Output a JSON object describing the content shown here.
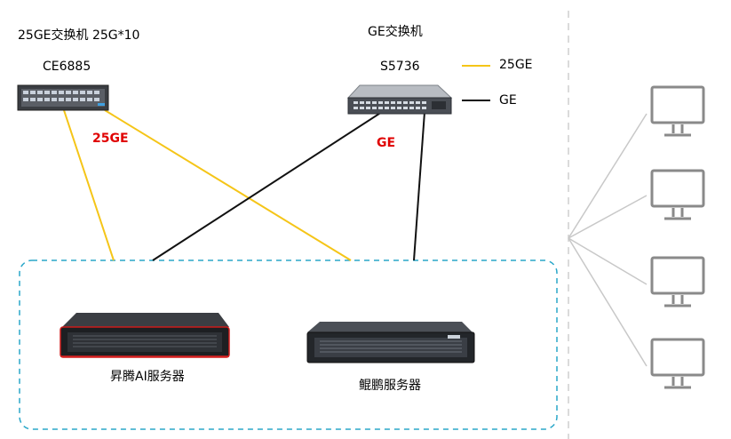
{
  "switch_25ge": {
    "title": "25GE交换机 25G*10",
    "model": "CE6885"
  },
  "switch_ge": {
    "title": "GE交换机",
    "model": "S5736"
  },
  "legend": [
    {
      "label": "25GE",
      "color": "#f5c518"
    },
    {
      "label": "GE",
      "color": "#111111"
    }
  ],
  "link_labels": {
    "left": "25GE",
    "right": "GE"
  },
  "servers": {
    "ascend": "昇腾AI服务器",
    "kunpeng": "鲲鹏服务器"
  },
  "colors": {
    "yellow": "#f5c518",
    "black": "#111111",
    "red": "#e00000",
    "dashed_box": "#2aa7c9",
    "divider": "#cfcfcf",
    "monitor": "#8a8a8a"
  },
  "clients": {
    "icon": "monitor-icon",
    "count": 4
  }
}
